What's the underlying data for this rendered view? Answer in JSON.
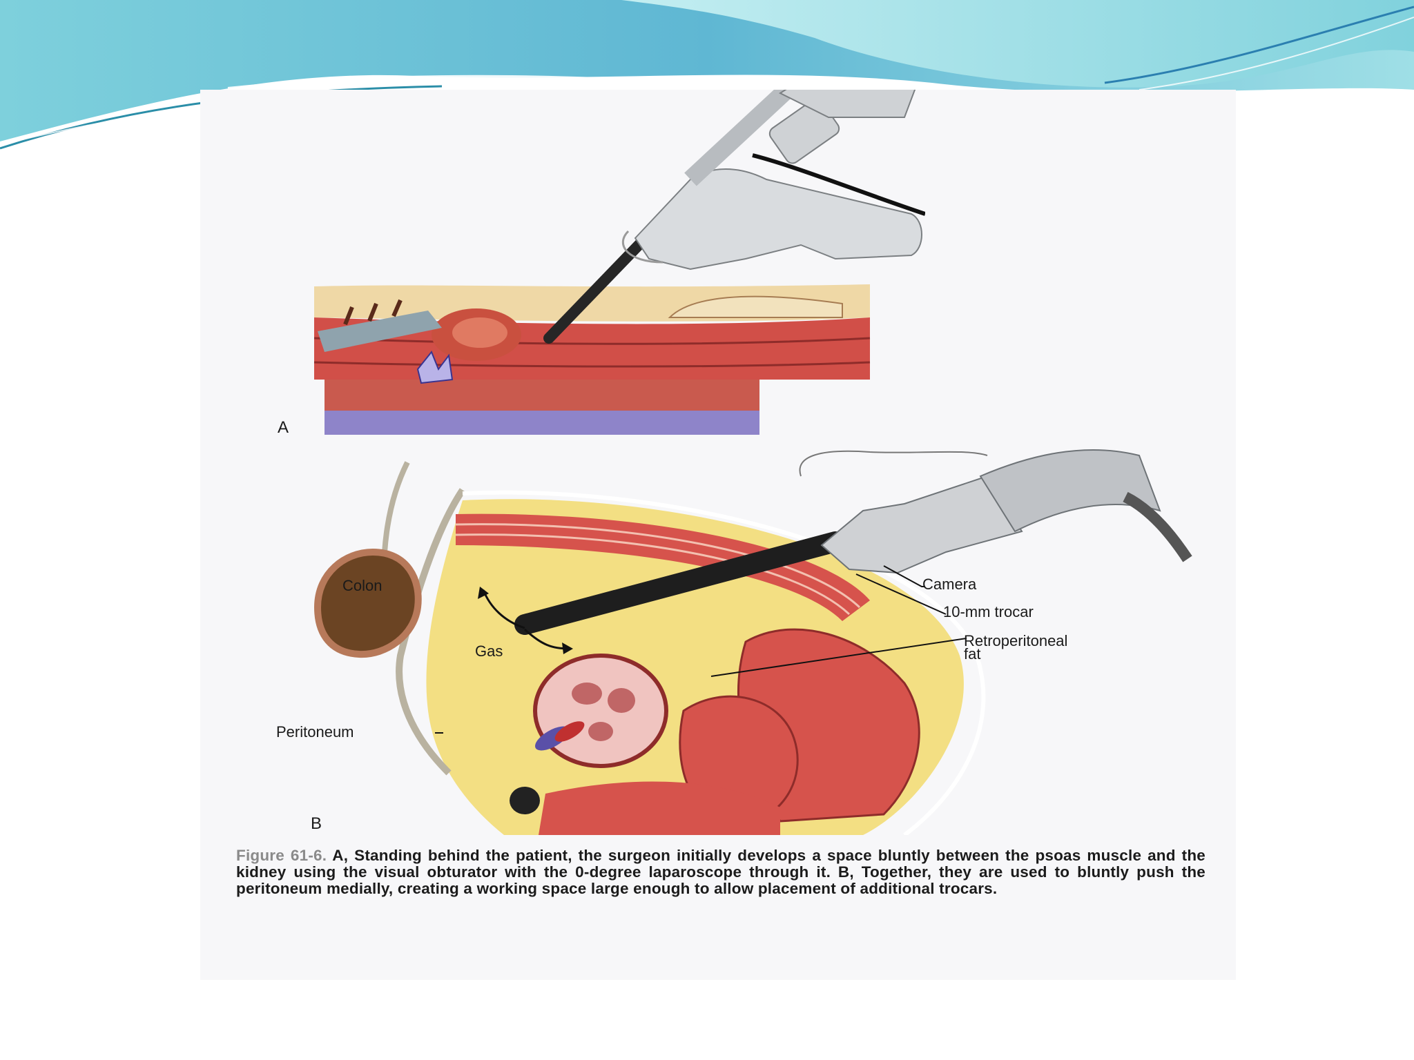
{
  "figure": {
    "panel_a_letter": "A",
    "panel_b_letter": "B",
    "labels": {
      "colon": "Colon",
      "gas": "Gas",
      "peritoneum": "Peritoneum",
      "camera": "Camera",
      "trocar": "10-mm trocar",
      "retroperitoneal_line1": "Retroperitoneal",
      "retroperitoneal_line2": "fat"
    },
    "caption": {
      "figure_number": "Figure 61-6.",
      "text": "A, Standing behind the patient, the surgeon initially develops a space bluntly between the psoas muscle and the kidney using the visual obturator with the 0-degree laparoscope through it. B, Together, they are used to bluntly push the peritoneum medially, creating a working space large enough to allow placement of additional trocars."
    }
  },
  "colors": {
    "wave_light": "#bfeff2",
    "wave_mid": "#7fd5df",
    "wave_dark": "#4aa3c8",
    "muscle": "#d9534f",
    "fat": "#f3e08a",
    "peritoneum_line": "#b9b2a0",
    "instrument": "#2a2a2a"
  }
}
